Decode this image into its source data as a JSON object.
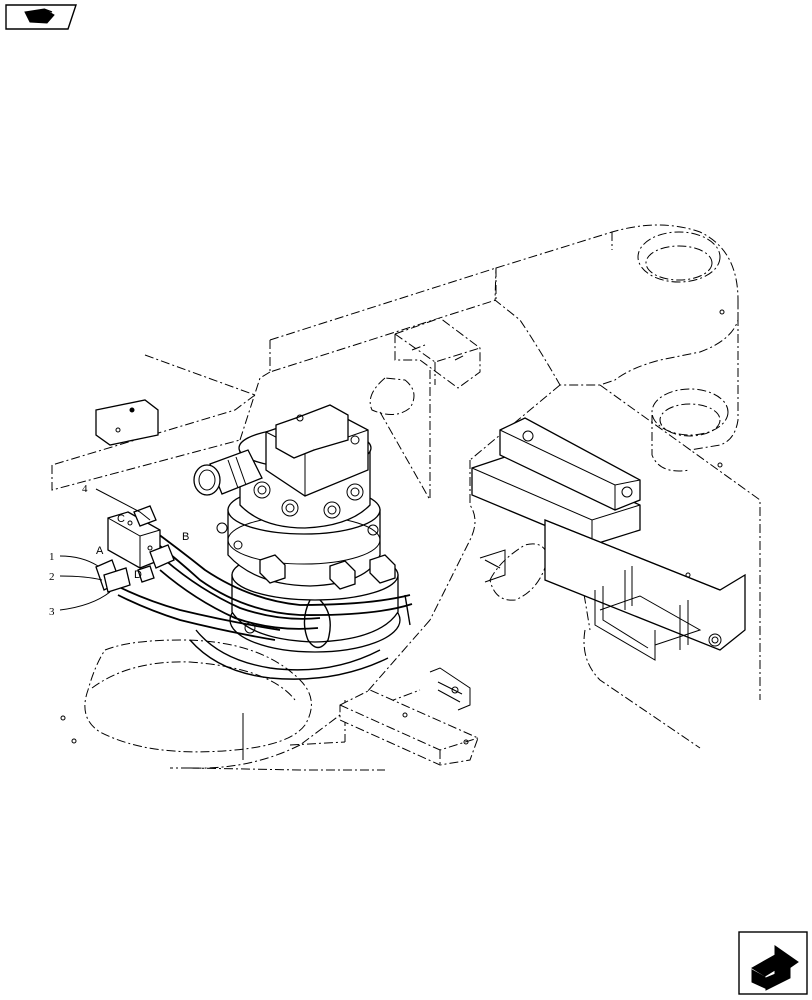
{
  "callouts": {
    "item_1": "1",
    "item_2": "2",
    "item_3": "3",
    "item_4": "4"
  },
  "ports": {
    "a": "A",
    "b": "B",
    "c": "C",
    "d": "D"
  },
  "icons": {
    "top_left": "book-nav-icon",
    "bottom_right": "next-page-arrow-icon"
  },
  "colors": {
    "line": "#000000",
    "background": "#ffffff"
  }
}
